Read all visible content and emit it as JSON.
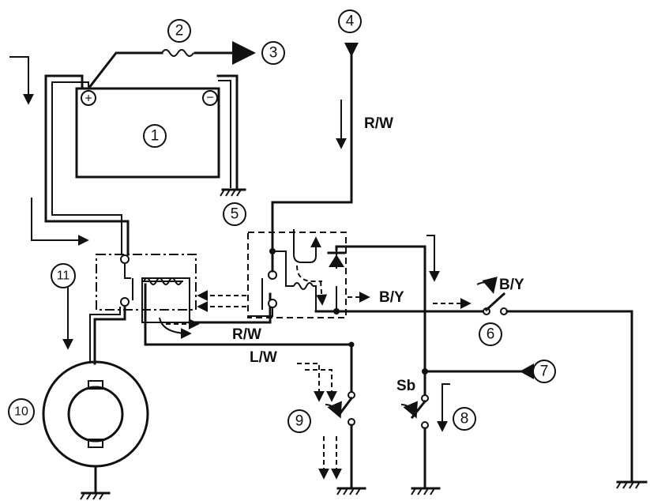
{
  "callouts": [
    "1",
    "2",
    "3",
    "4",
    "5",
    "6",
    "7",
    "8",
    "9",
    "10",
    "11"
  ],
  "wire_labels": {
    "rw_top": "R/W",
    "rw_mid": "R/W",
    "by_mid": "B/Y",
    "by_right": "B/Y",
    "lw": "L/W",
    "sb": "Sb"
  },
  "battery": {
    "plus": "+",
    "minus": "−"
  }
}
